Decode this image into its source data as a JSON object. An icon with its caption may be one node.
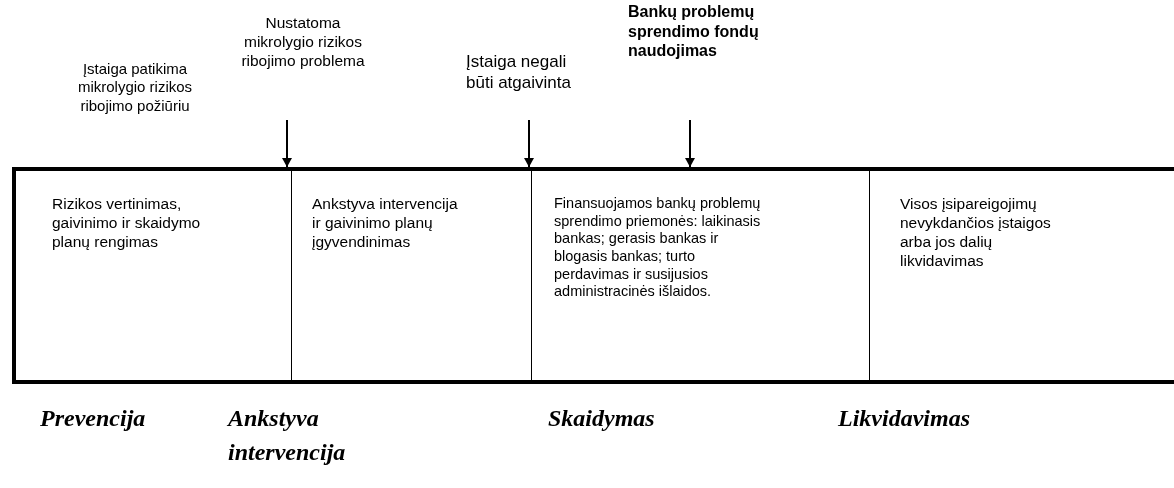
{
  "diagram": {
    "nodes": [
      {
        "text": [],
        "shape": "box"
      },
      {
        "text": [
          "Rizikos vertinimas, gaivinimo ir skaidymo planų rengimas"
        ],
        "in": 0
      },
      {
        "text": [
          "Ankstyva intervencija ir gaivinimo planų įgyvendinimas"
        ],
        "in": 0
      },
      {
        "text": [
          "Finansuojamos bankų problemų sprendimo priemonės: laikinasis bankas; gerasis bankas ir blogasis bankas; turto perdavimas ir susijusios administracinės išlaidos."
        ],
        "in": 0
      },
      {
        "text": [
          "Visos įsipareigojimų nevykdančios įstaigos arba jos dalių likvidavimas"
        ],
        "in": 0
      },
      {
        "text": [
          "Nustatoma mikrolygio rizikos ribojimo problema"
        ]
      },
      {
        "text": [
          "Įstaiga negali būti atgaivinta"
        ]
      },
      {
        "text": [
          "Bankų problemų sprendimo fondų naudojimas"
        ]
      }
    ],
    "edges": [
      {
        "from": 5,
        "to": 0,
        "arrow": "to"
      },
      {
        "from": 6,
        "to": 0,
        "arrow": "to"
      },
      {
        "from": 7,
        "to": 0,
        "arrow": "to"
      }
    ],
    "labels": [
      "Įstaiga patikima mikrolygio rizikos ribojimo požiūriu",
      "Prevencija",
      "Ankstyva intervencija",
      "Skaidymas",
      "Likvidavimas"
    ]
  }
}
